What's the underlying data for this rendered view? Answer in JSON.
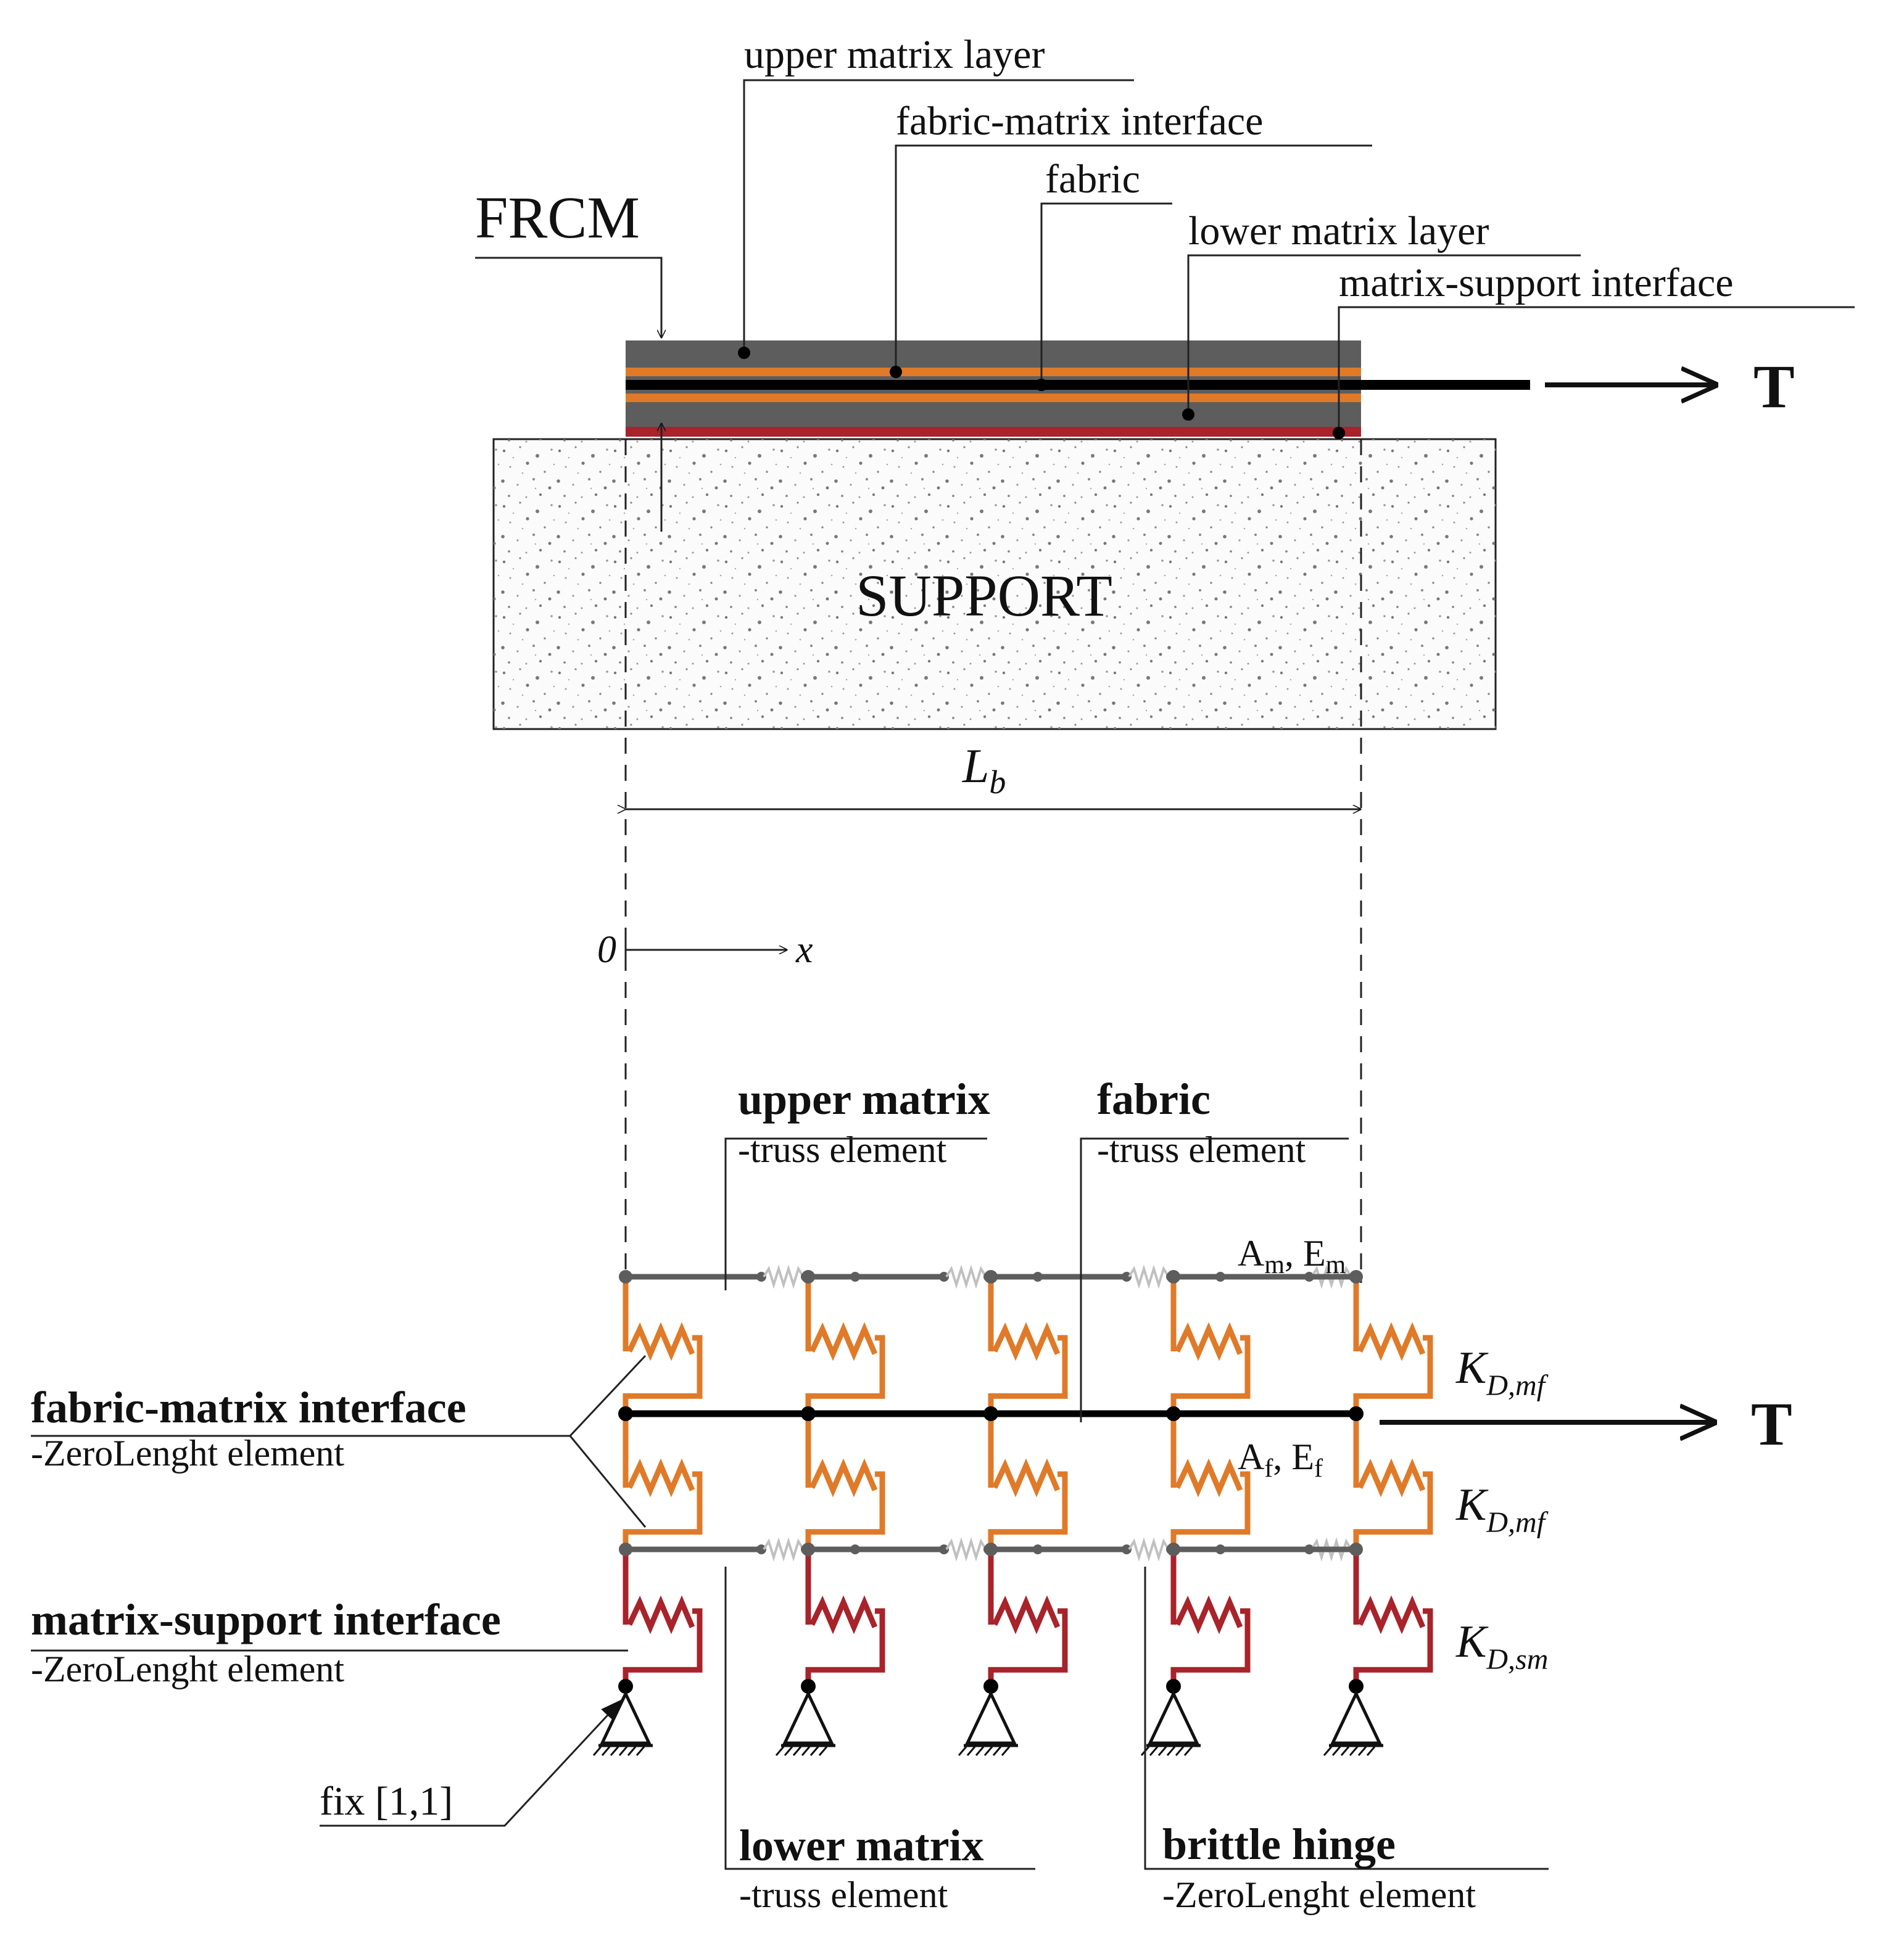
{
  "top": {
    "frcm_label": "FRCM",
    "labels": {
      "upper_matrix_layer": "upper matrix layer",
      "fabric_matrix_interface": "fabric-matrix interface",
      "fabric": "fabric",
      "lower_matrix_layer": "lower matrix layer",
      "matrix_support_interface": "matrix-support interface"
    },
    "support_label": "SUPPORT",
    "load_label": "T",
    "bond_length": {
      "main": "L",
      "sub": "b"
    },
    "origin": {
      "zero": "0",
      "axis": "x"
    }
  },
  "bottom": {
    "upper_matrix": {
      "title": "upper matrix",
      "subtitle": "-truss element"
    },
    "fabric": {
      "title": "fabric",
      "subtitle": "-truss element"
    },
    "lower_matrix": {
      "title": "lower matrix",
      "subtitle": "-truss element"
    },
    "brittle_hinge": {
      "title": "brittle hinge",
      "subtitle": "-ZeroLenght element"
    },
    "fabric_matrix_interface": {
      "title": "fabric-matrix interface",
      "subtitle": "-ZeroLenght element"
    },
    "matrix_support_interface": {
      "title": "matrix-support interface",
      "subtitle": "-ZeroLenght element"
    },
    "fix_label": "fix [1,1]",
    "matrix_props": {
      "A": "A",
      "A_sub": "m",
      "sep": ", ",
      "E": "E",
      "E_sub": "m"
    },
    "fabric_props": {
      "A": "A",
      "A_sub": "f",
      "sep": ", ",
      "E": "E",
      "E_sub": "f"
    },
    "spring_labels": [
      {
        "main": "K",
        "sub": "D,mf"
      },
      {
        "main": "K",
        "sub": "D,mf"
      },
      {
        "main": "K",
        "sub": "D,sm"
      }
    ],
    "load_label": "T"
  },
  "colors": {
    "matrix_gray": "#5d5d5d",
    "fabric_matrix_orange": "#e07a28",
    "matrix_support_red": "#a8232a",
    "fabric_black": "#000000",
    "support_fill": "#fbfbfb",
    "brittle_hinge_light": "#c0c0c0"
  }
}
